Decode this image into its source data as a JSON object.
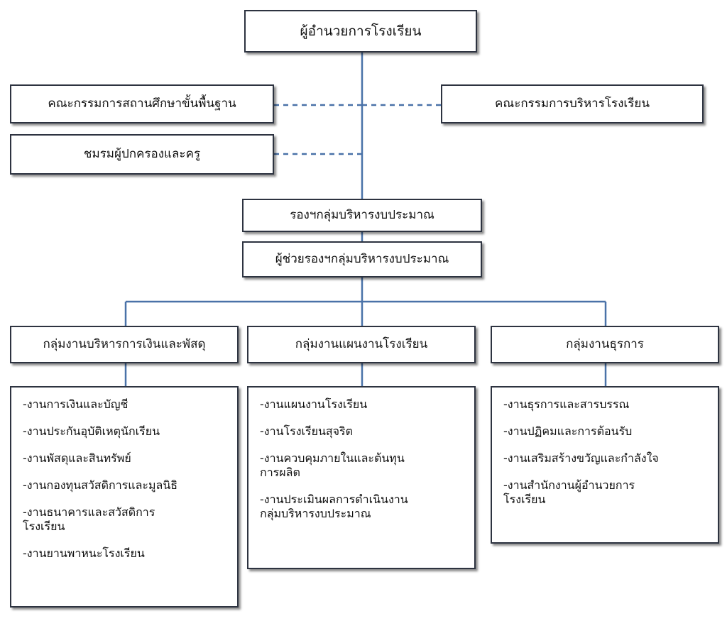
{
  "diagram": {
    "director": "ผู้อำนวยการโรงเรียน",
    "basic_education_committee": "คณะกรรมการสถานศึกษาขั้นพื้นฐาน",
    "school_admin_committee": "คณะกรรมการบริหารโรงเรียน",
    "parent_teacher_club": "ชมรมผู้ปกครองและครู",
    "deputy_budget": "รองฯกลุ่มบริหารงบประมาณ",
    "assistant_deputy_budget": "ผู้ช่วยรองฯกลุ่มบริหารงบประมาณ",
    "groups": [
      {
        "title": "กลุ่มงานบริหารการเงินและพัสดุ",
        "tasks": [
          "-งานการเงินและบัญชี",
          "-งานประกันอุบัติเหตุนักเรียน",
          "-งานพัสดุและสินทรัพย์",
          "-งานกองทุนสวัสดิการและมูลนิธิ",
          "-งานธนาคารและสวัสดิการ\n  โรงเรียน",
          "-งานยานพาหนะโรงเรียน"
        ]
      },
      {
        "title": "กลุ่มงานแผนงานโรงเรียน",
        "tasks": [
          "-งานแผนงานโรงเรียน",
          "-งานโรงเรียนสุจริต",
          "-งานควบคุมภายในและต้นทุน\n  การผลิต",
          "-งานประเมินผลการดำเนินงาน\n  กลุ่มบริหารงบประมาณ"
        ]
      },
      {
        "title": "กลุ่มงานธุรการ",
        "tasks": [
          "-งานธุรการและสารบรรณ",
          "-งานปฏิคมและการต้อนรับ",
          "-งานเสริมสร้างขวัญและกำลังใจ",
          "-งานสำนักงานผู้อำนวยการ\n  โรงเรียน"
        ]
      }
    ],
    "line_color": "#4a72a8"
  }
}
